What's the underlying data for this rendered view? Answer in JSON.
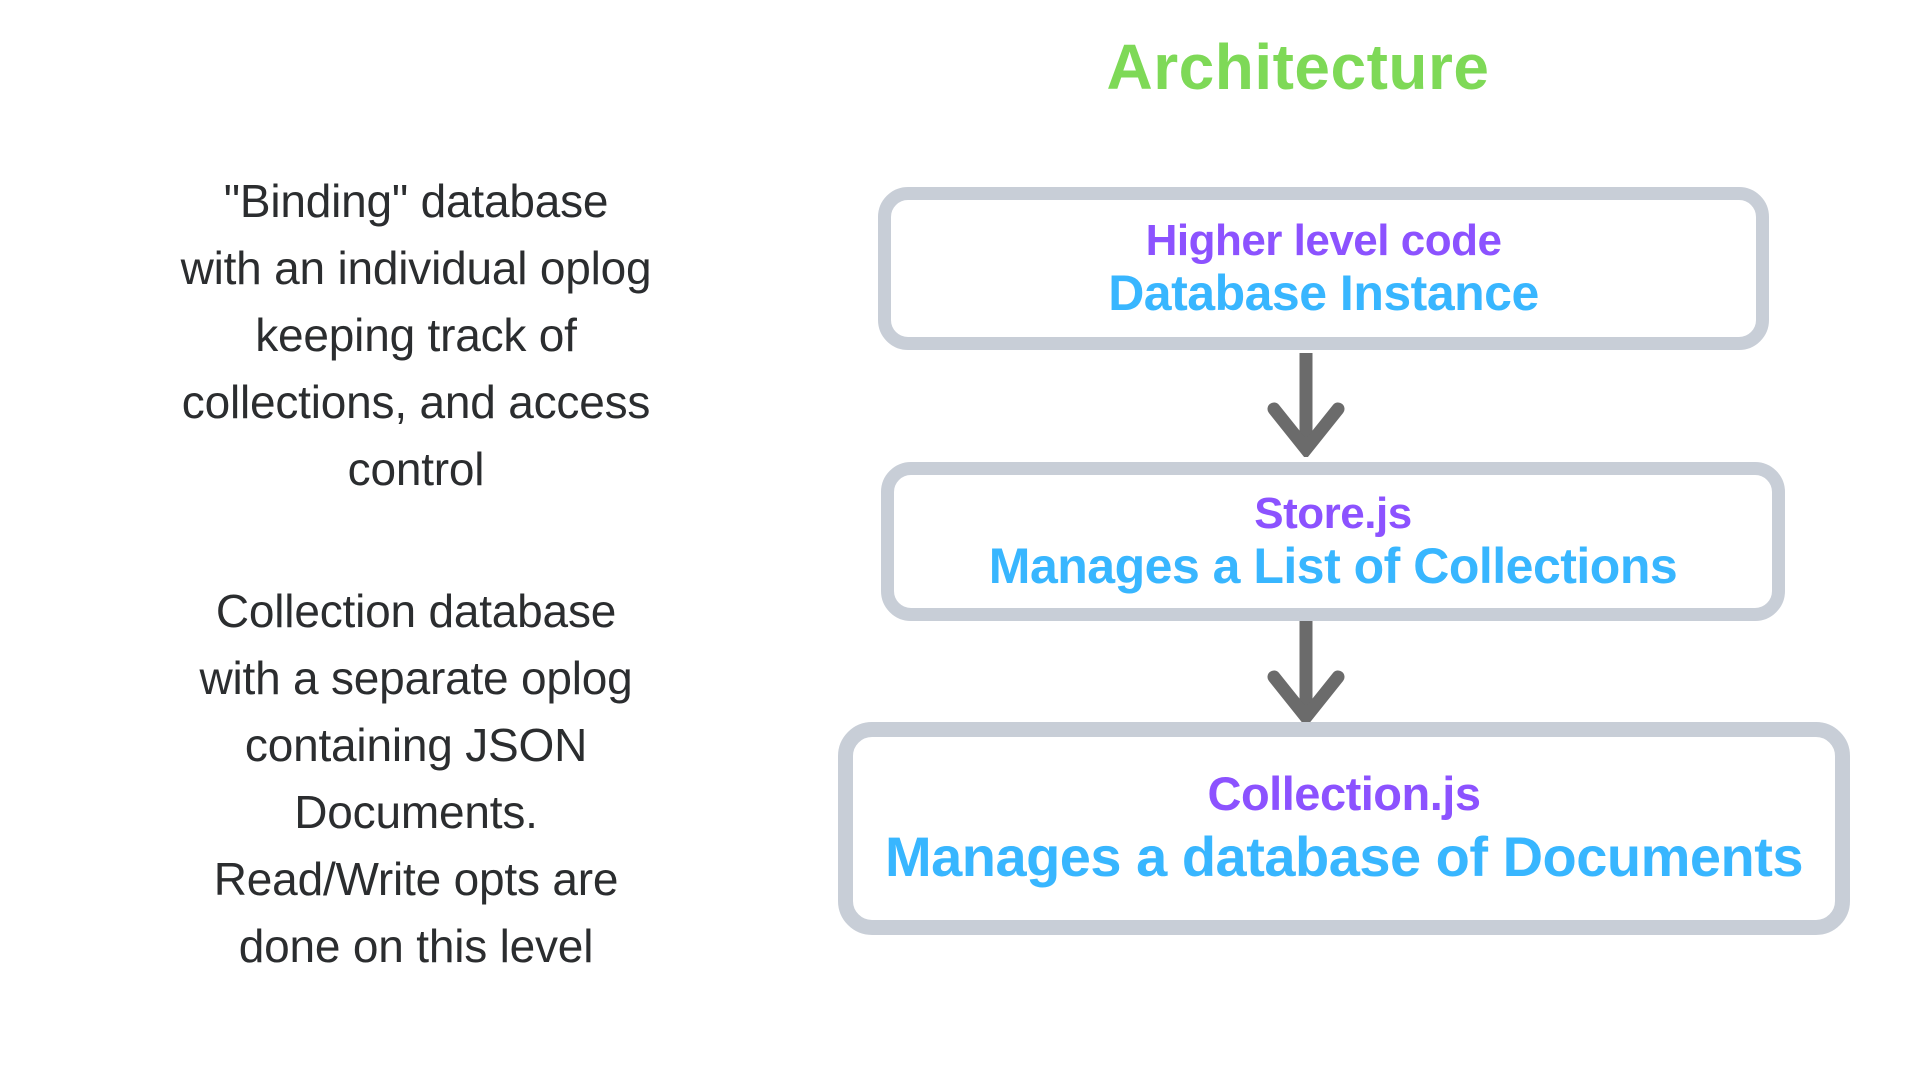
{
  "title": {
    "text": "Architecture"
  },
  "notes": [
    {
      "lines": [
        "\"Binding\" database",
        "with an individual oplog",
        "keeping track of",
        "collections, and access",
        "control"
      ]
    },
    {
      "lines": [
        "Collection database",
        "with a separate oplog",
        "containing JSON",
        "Documents.",
        "Read/Write opts are",
        "done on this level"
      ]
    }
  ],
  "flow": {
    "nodes": [
      {
        "heading": "Higher level code",
        "subheading": "Database Instance"
      },
      {
        "heading": "Store.js",
        "subheading": "Manages a List of Collections"
      },
      {
        "heading": "Collection.js",
        "subheading": "Manages a database of Documents"
      }
    ],
    "connector_icon": "down-arrow"
  },
  "colors": {
    "title_green": "#7ED957",
    "heading_purple": "#8C52FF",
    "subheading_blue": "#38B6FF",
    "box_border_gray": "#C8CED7",
    "arrow_gray": "#6B6B6B",
    "body_text": "#2B2D2F",
    "background": "#FFFFFF"
  }
}
